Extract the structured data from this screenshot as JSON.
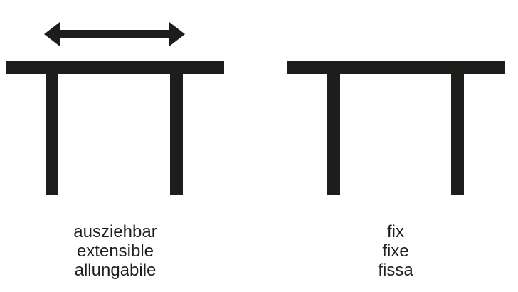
{
  "colors": {
    "ink": "#1d1d1b",
    "text": "#1f1f1f",
    "background": "#ffffff"
  },
  "icons": {
    "left": "extendable-table-icon",
    "right": "fixed-table-icon",
    "arrow": "double-arrow-icon"
  },
  "left_labels": [
    "ausziehbar",
    "extensible",
    "allungabile"
  ],
  "right_labels": [
    "fix",
    "fixe",
    "fissa"
  ]
}
